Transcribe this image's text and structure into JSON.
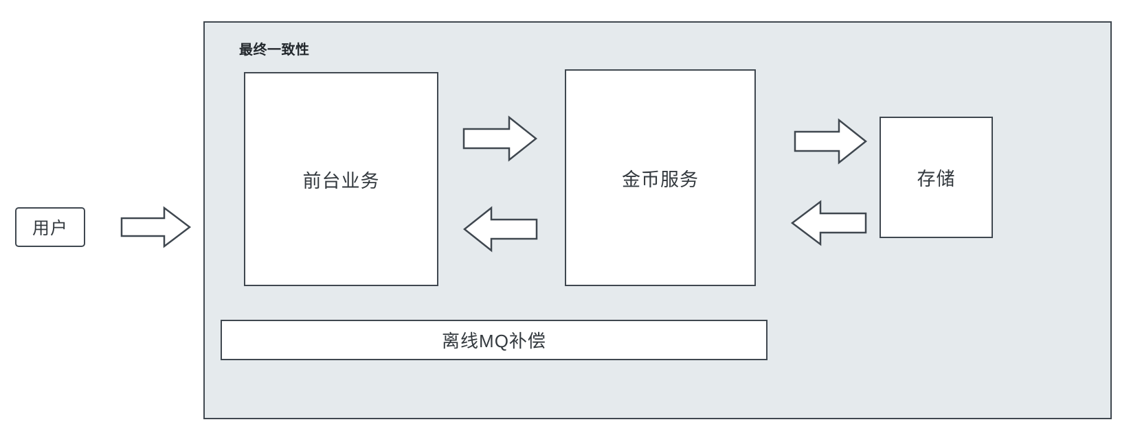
{
  "diagram": {
    "title_group": "最终一致性",
    "nodes": {
      "user": "用户",
      "front_office": "前台业务",
      "coin_service": "金币服务",
      "storage": "存储",
      "mq_compensation": "离线MQ补偿"
    },
    "arrows": {
      "user_to_front": "arrow-right",
      "front_to_coin": "arrow-right",
      "coin_to_front": "arrow-left",
      "coin_to_storage": "arrow-right",
      "storage_to_coin": "arrow-left"
    },
    "colors": {
      "group_background": "#e5eaed",
      "stroke": "#3f474f",
      "node_fill": "#ffffff",
      "text": "#33393e",
      "page_background": "#ffffff"
    }
  }
}
